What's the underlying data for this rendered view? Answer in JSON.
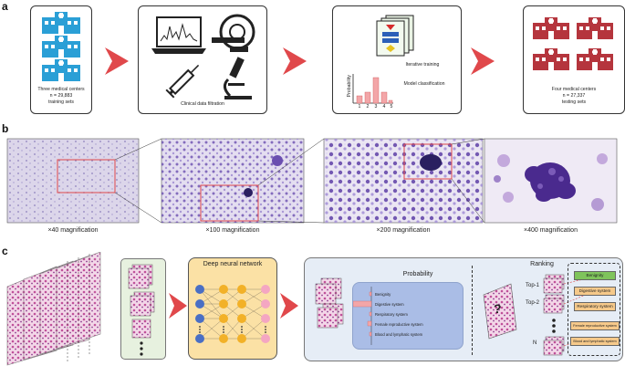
{
  "panel_a": {
    "letter": "a",
    "train_box": {
      "line1": "Three medical centers",
      "line2": "n = 29,883",
      "line3": "training sets"
    },
    "filter_box": {
      "label": "Clinical data filtration"
    },
    "model_box": {
      "iterative": "Iterative training",
      "classification": "Model classification",
      "y_axis": "Probability",
      "x_ticks": [
        "1",
        "2",
        "3",
        "4",
        "5"
      ]
    },
    "test_box": {
      "line1": "Four medical centers",
      "line2": "n = 27,337",
      "line3": "testing sets"
    }
  },
  "panel_b": {
    "letter": "b",
    "magnifications": [
      "×40 magnification",
      "×100 magnification",
      "×200 magnification",
      "×400 magnification"
    ]
  },
  "panel_c": {
    "letter": "c",
    "dnn_title": "Deep neural network",
    "probability_title": "Probability",
    "ranking_title": "Ranking",
    "systems": [
      "Benignity",
      "Digestive system",
      "Respiratory system",
      "Female reproductive system",
      "Blood and lymphatic system"
    ],
    "question": "?",
    "top_labels": [
      "Top-1",
      "Top-2",
      "N"
    ],
    "ranking_boxes": [
      "Benignity",
      "Digestive system",
      "Respiratory system",
      "Female reproductive system",
      "Blood and lymphatic system"
    ]
  },
  "colors": {
    "hospital_train": "#2a9fd6",
    "hospital_test": "#b5353d",
    "chevron": "#e0484b",
    "cell_stain": "#5a3a9a",
    "dnn_bg": "#fbe1a5",
    "result_bg": "#e6edf6"
  }
}
